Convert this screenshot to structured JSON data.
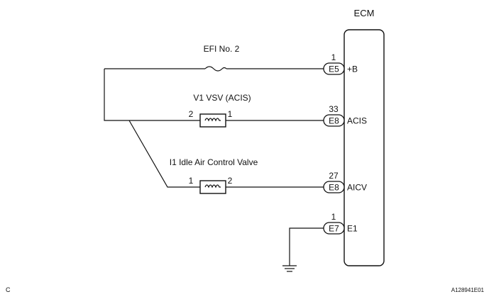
{
  "ecm": {
    "title": "ECM"
  },
  "fuse": {
    "label": "EFI No. 2"
  },
  "vsv": {
    "label": "V1 VSV (ACIS)",
    "pin_left": "2",
    "pin_right": "1"
  },
  "iacv": {
    "label": "I1 Idle Air Control Valve",
    "pin_left": "1",
    "pin_right": "2"
  },
  "terminals": [
    {
      "pin": "1",
      "connector": "E5",
      "signal": "+B"
    },
    {
      "pin": "33",
      "connector": "E8",
      "signal": "ACIS"
    },
    {
      "pin": "27",
      "connector": "E8",
      "signal": "AICV"
    },
    {
      "pin": "1",
      "connector": "E7",
      "signal": "E1"
    }
  ],
  "footer": {
    "left": "C",
    "right": "A128941E01"
  }
}
